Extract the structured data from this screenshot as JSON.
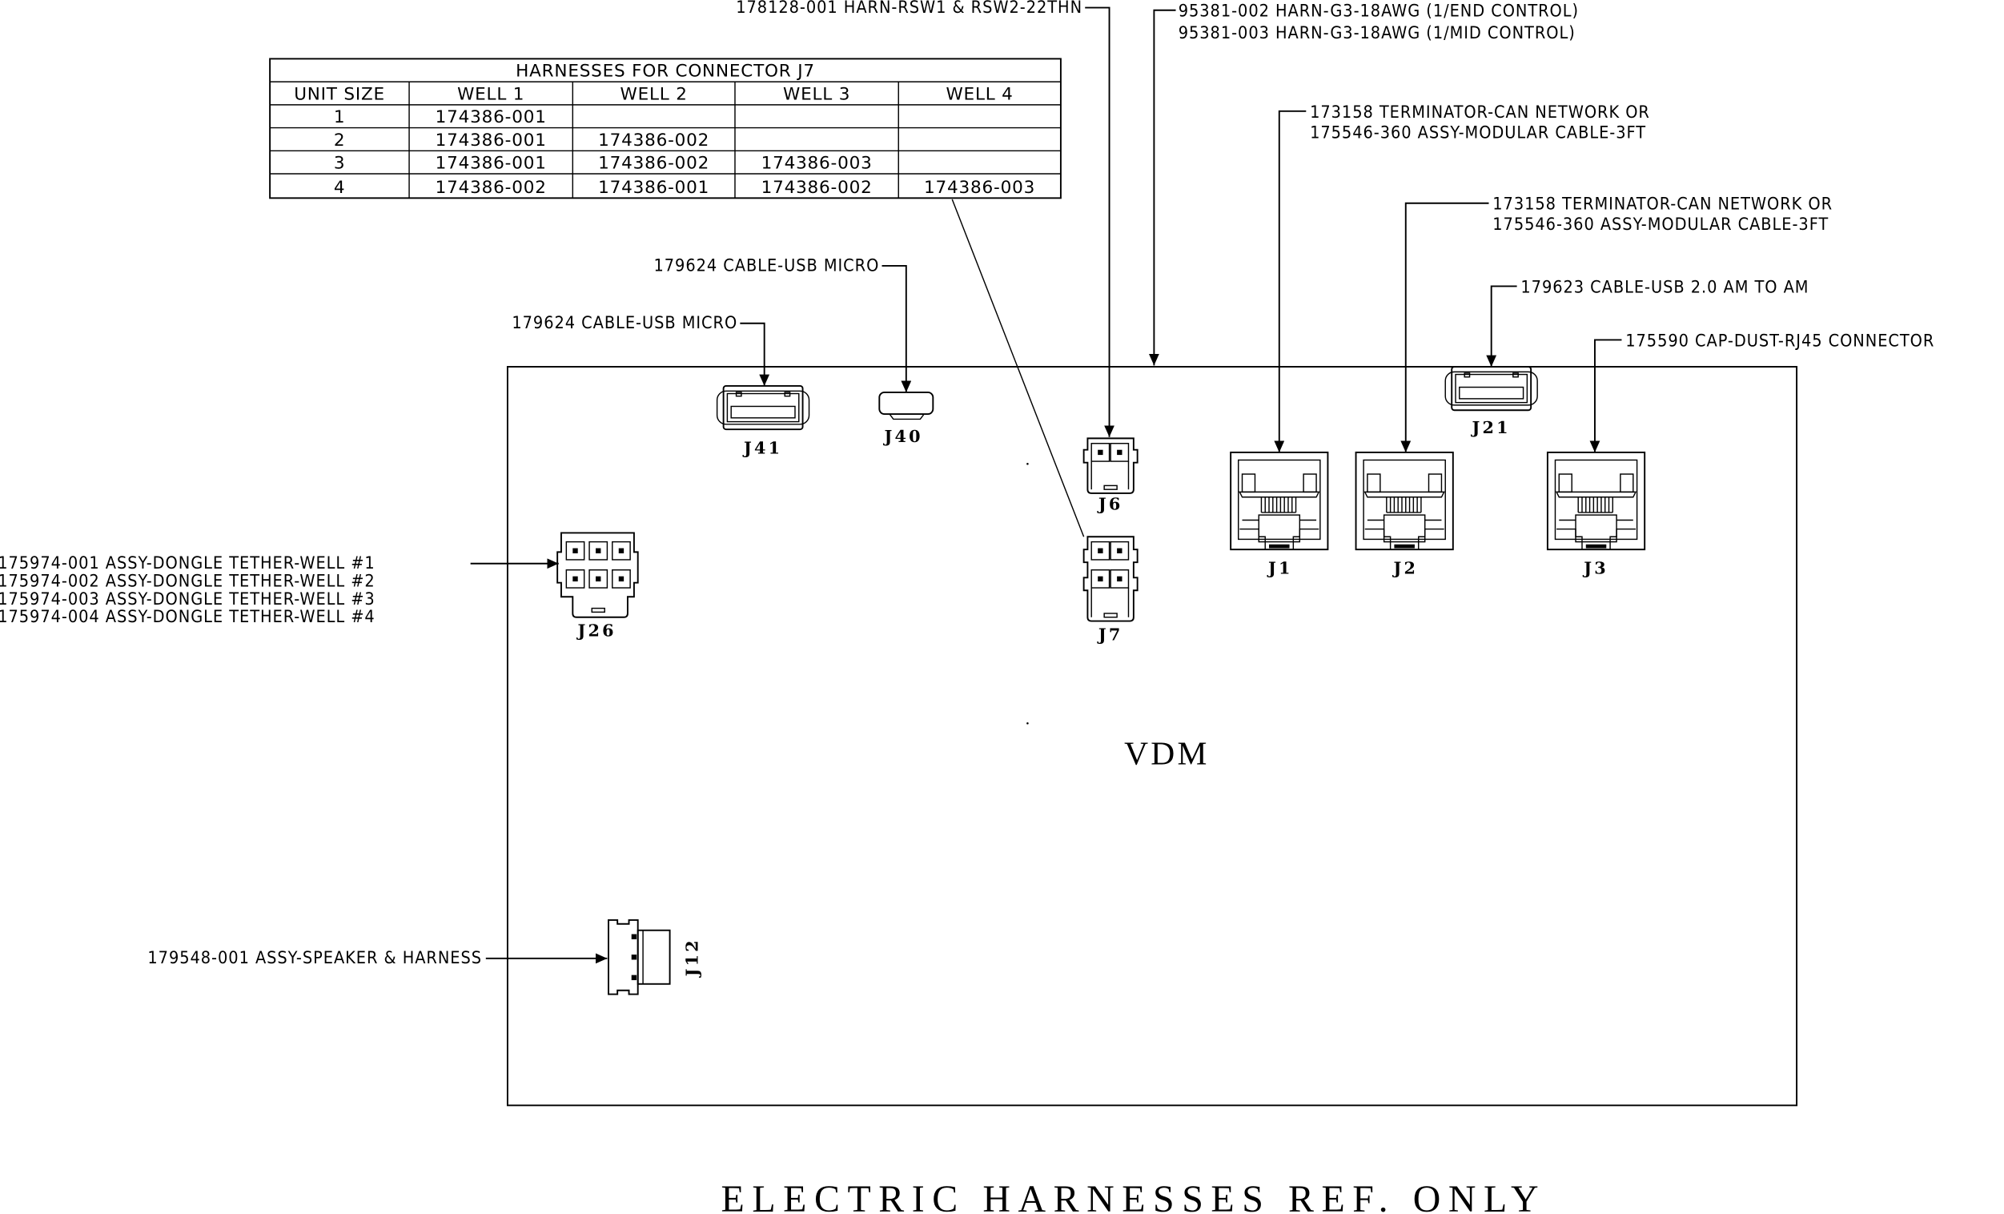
{
  "drawing": {
    "board_label": "VDM",
    "footer_title": "ELECTRIC HARNESSES REF. ONLY"
  },
  "j7_table": {
    "title": "HARNESSES FOR CONNECTOR J7",
    "headers": [
      "UNIT SIZE",
      "WELL 1",
      "WELL 2",
      "WELL 3",
      "WELL 4"
    ],
    "rows": [
      [
        "1",
        "174386-001",
        "",
        "",
        ""
      ],
      [
        "2",
        "174386-001",
        "174386-002",
        "",
        ""
      ],
      [
        "3",
        "174386-001",
        "174386-002",
        "174386-003",
        ""
      ],
      [
        "4",
        "174386-002",
        "174386-001",
        "174386-002",
        "174386-003"
      ]
    ]
  },
  "connectors": {
    "J1": "J1",
    "J2": "J2",
    "J3": "J3",
    "J6": "J6",
    "J7": "J7",
    "J12": "J12",
    "J21": "J21",
    "J26": "J26",
    "J40": "J40",
    "J41": "J41"
  },
  "callouts": {
    "j6": "178128-001 HARN-RSW1 & RSW2-22THN",
    "board_top": [
      "95381-002 HARN-G3-18AWG (1/END CONTROL)",
      "95381-003 HARN-G3-18AWG (1/MID CONTROL)"
    ],
    "j1": [
      "173158 TERMINATOR-CAN NETWORK OR",
      "175546-360 ASSY-MODULAR CABLE-3FT"
    ],
    "j2": [
      "173158 TERMINATOR-CAN NETWORK OR",
      "175546-360 ASSY-MODULAR CABLE-3FT"
    ],
    "j21": "179623 CABLE-USB 2.0 AM TO AM",
    "j3": "175590 CAP-DUST-RJ45 CONNECTOR",
    "j40": "179624 CABLE-USB MICRO",
    "j41": "179624 CABLE-USB MICRO",
    "j26": [
      "175974-001 ASSY-DONGLE TETHER-WELL #1",
      "175974-002 ASSY-DONGLE TETHER-WELL #2",
      "175974-003 ASSY-DONGLE TETHER-WELL #3",
      "175974-004 ASSY-DONGLE TETHER-WELL #4"
    ],
    "j12": "179548-001 ASSY-SPEAKER & HARNESS"
  }
}
